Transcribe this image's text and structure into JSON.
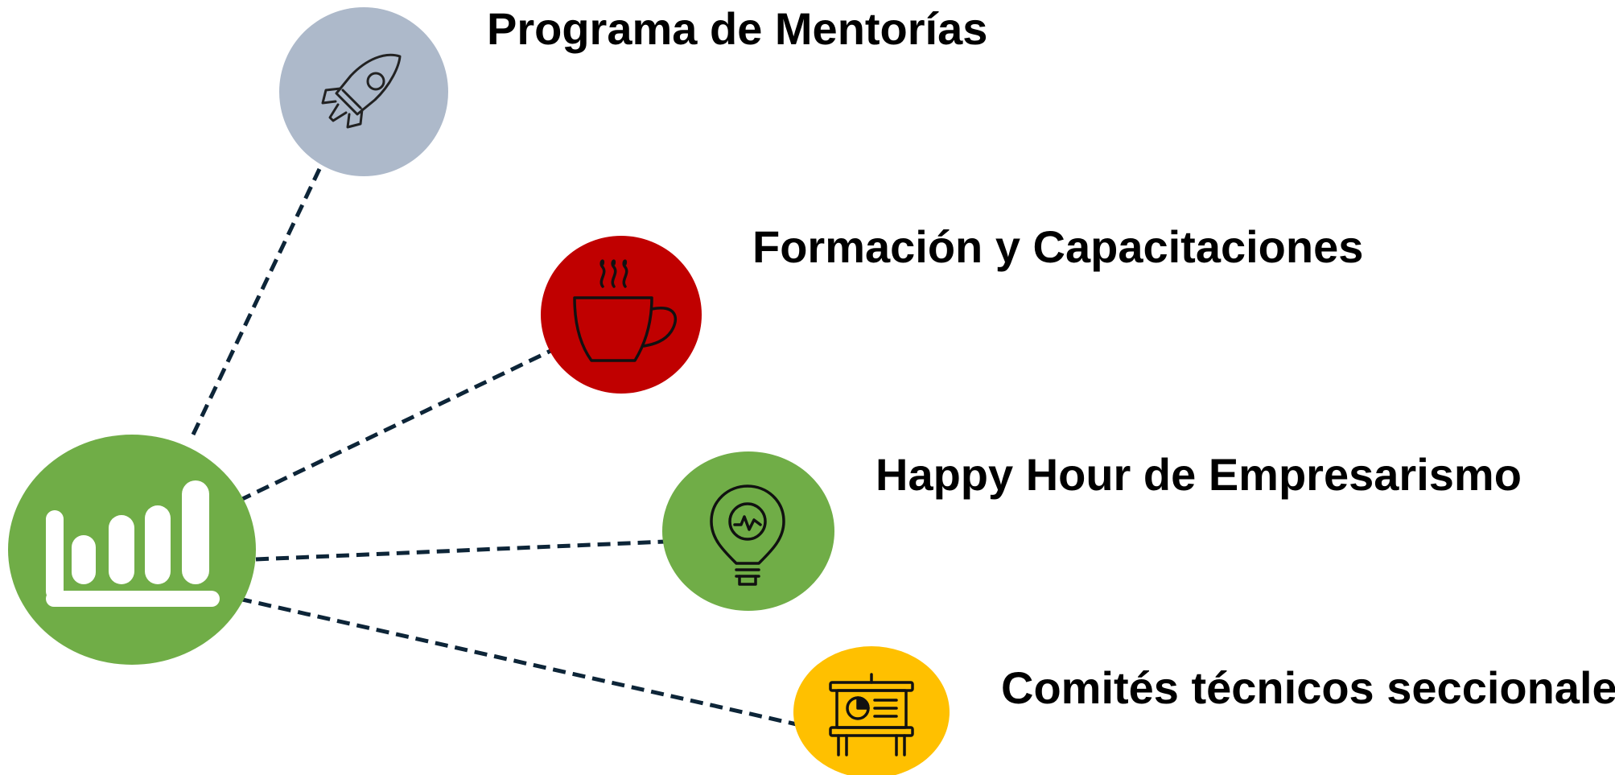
{
  "hub": {
    "icon": "bar-chart-icon",
    "color": "#70ad47"
  },
  "connector_color": "#0d2538",
  "items": [
    {
      "label": "Programa de Mentorías",
      "icon": "rocket-icon",
      "color": "#adb9ca"
    },
    {
      "label": "Formación y Capacitaciones",
      "icon": "coffee-cup-icon",
      "color": "#c00000"
    },
    {
      "label": "Happy Hour de Empresarismo",
      "icon": "lightbulb-icon",
      "color": "#70ad47"
    },
    {
      "label": "Comités técnicos seccionales",
      "icon": "presentation-board-icon",
      "color": "#ffc000"
    }
  ]
}
